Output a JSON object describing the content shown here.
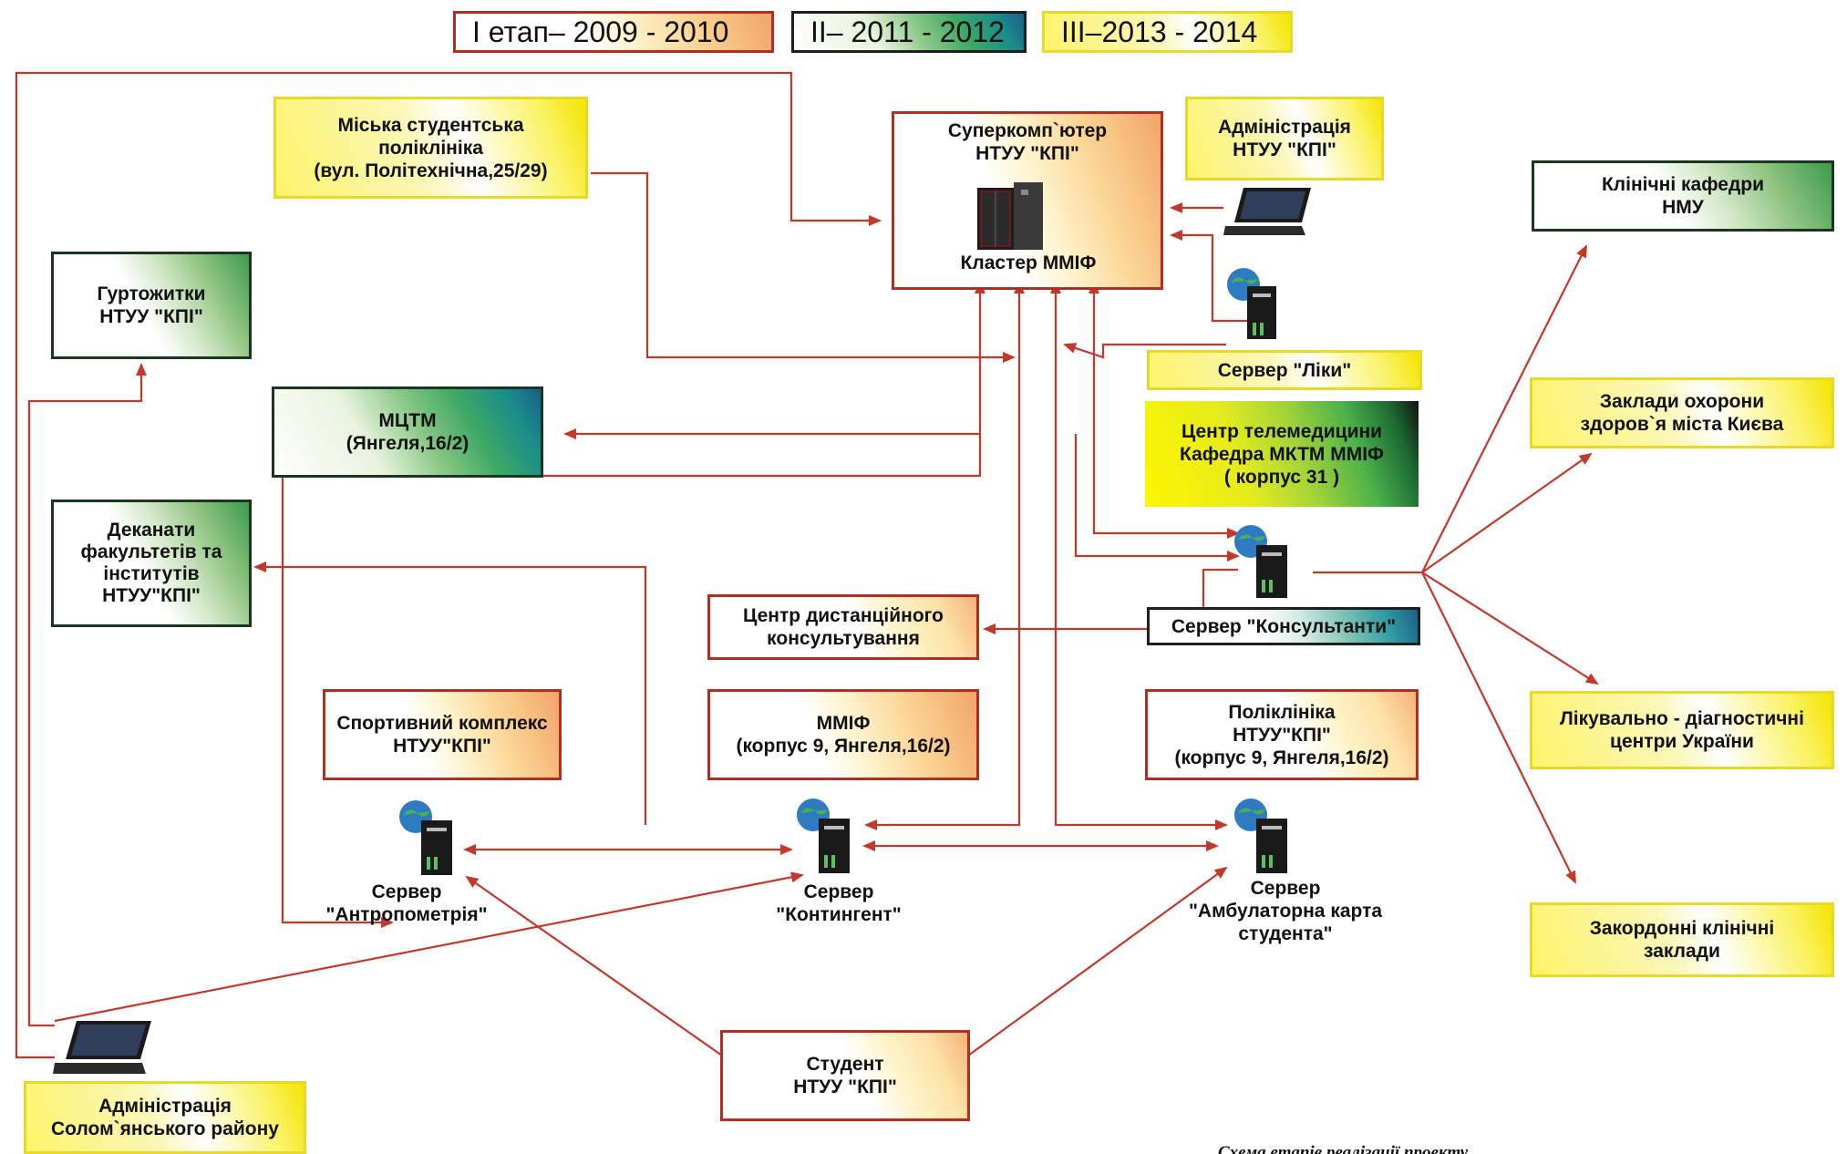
{
  "legend": {
    "stage1": "I етап– 2009 - 2010",
    "stage2": "II– 2011 - 2012",
    "stage3": "III–2013 - 2014"
  },
  "nodes": {
    "supercomputer_title": "Суперкомп`ютер\nНТУУ \"КПІ\"",
    "supercomputer_cluster": "Кластер ММІФ",
    "polyclinic_city": "Міська студентська\nполіклініка\n(вул. Політехнічна,25/29)",
    "admin_kpi": "Адміністрація\nНТУУ \"КПІ\"",
    "clinic_nmu": "Клінічні кафедри\nНМУ",
    "dorms": "Гуртожитки\nНТУУ \"КПІ\"",
    "server_liky": "Сервер \"Ліки\"",
    "mctm": "МЦТМ\n(Янгеля,16/2)",
    "telemed": "Центр телемедицини\nКафедра МКТМ ММІФ\n( корпус 31 )",
    "health_kyiv": "Заклади охорони\nздоров`я міста  Києва",
    "deans": "Деканати\nфакультетів та\nінститутів\nНТУУ\"КПІ\"",
    "distance": "Центр дистанційного\nконсультування",
    "server_consult": "Сервер \"Консультанти\"",
    "sport": "Спортивний комплекс\nНТУУ\"КПІ\"",
    "mmif": "ММІФ\n(корпус 9, Янгеля,16/2)",
    "polyclinic_kpi": "Поліклініка\nНТУУ\"КПІ\"\n(корпус 9, Янгеля,16/2)",
    "diag_centers": "Лікувально - діагностичні\nцентри  України",
    "server_anthro": "Сервер\n\"Антропометрія\"",
    "server_contingent": "Сервер\n\"Контингент\"",
    "server_ambul": "Сервер\n\"Амбулаторна карта\nстудента\"",
    "foreign": "Закордонні клінічні\nзаклади",
    "student": "Студент\nНТУУ \"КПІ\"",
    "admin_solom": "Адміністрація\nСолом`янського району"
  },
  "caption": "Схема етапів реалізації проекту",
  "colors": {
    "arrow": "#c0392b",
    "stage1": "#b22e23",
    "stage2": "#1c3521",
    "stage3": "#e7d92a"
  }
}
